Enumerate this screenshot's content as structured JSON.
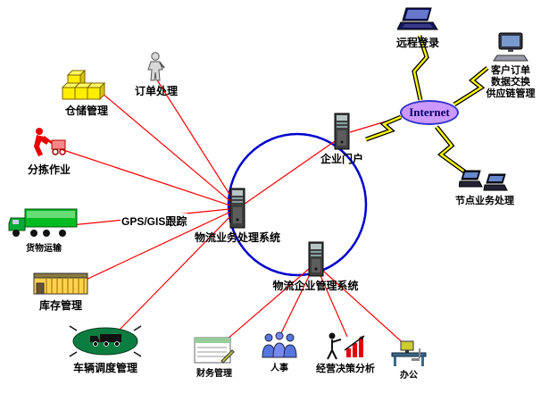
{
  "colors": {
    "connector": "#ff0000",
    "ring": "#0000cc",
    "cloud_fill": "#cc99ff",
    "cloud_border": "#3333cc",
    "lightning": "#ffff00"
  },
  "nodes": {
    "remote_login": {
      "label": "远程登录"
    },
    "customer_order": {
      "lines": [
        "客户订单",
        "数据交换",
        "供应链管理"
      ]
    },
    "internet": {
      "label": "Internet"
    },
    "node_business": {
      "label": "节点业务处理"
    },
    "enterprise_portal": {
      "label": "企业门户"
    },
    "logistics_processing": {
      "label": "物流业务处理系统"
    },
    "gps_tracking": {
      "label": "GPS/GIS跟踪"
    },
    "logistics_management": {
      "label": "物流企业管理系统"
    },
    "warehouse_mgmt": {
      "label": "仓储管理"
    },
    "order_processing": {
      "label": "订单处理"
    },
    "sorting": {
      "label": "分拣作业"
    },
    "cargo_transport": {
      "label": "货物运输"
    },
    "inventory_mgmt": {
      "label": "库存管理"
    },
    "vehicle_dispatch": {
      "label": "车辆调度管理"
    },
    "finance_mgmt": {
      "label": "财务管理"
    },
    "hr": {
      "label": "人事"
    },
    "decision_analysis": {
      "label": "经营决策分析"
    },
    "office": {
      "label": "办公"
    }
  },
  "edges": [
    {
      "from": "logistics_processing",
      "to": "warehouse_mgmt",
      "type": "line"
    },
    {
      "from": "logistics_processing",
      "to": "order_processing",
      "type": "line"
    },
    {
      "from": "logistics_processing",
      "to": "sorting",
      "type": "line"
    },
    {
      "from": "logistics_processing",
      "to": "cargo_transport",
      "type": "line",
      "label_ref": "gps_tracking"
    },
    {
      "from": "logistics_processing",
      "to": "inventory_mgmt",
      "type": "line"
    },
    {
      "from": "logistics_processing",
      "to": "vehicle_dispatch",
      "type": "line"
    },
    {
      "from": "logistics_processing",
      "to": "enterprise_portal",
      "type": "line"
    },
    {
      "from": "logistics_management",
      "to": "finance_mgmt",
      "type": "line"
    },
    {
      "from": "logistics_management",
      "to": "hr",
      "type": "line"
    },
    {
      "from": "logistics_management",
      "to": "decision_analysis",
      "type": "line"
    },
    {
      "from": "logistics_management",
      "to": "office",
      "type": "line"
    },
    {
      "from": "enterprise_portal",
      "to": "internet",
      "type": "lightning"
    },
    {
      "from": "internet",
      "to": "remote_login",
      "type": "lightning"
    },
    {
      "from": "internet",
      "to": "customer_order",
      "type": "lightning"
    },
    {
      "from": "internet",
      "to": "node_business",
      "type": "lightning"
    }
  ]
}
